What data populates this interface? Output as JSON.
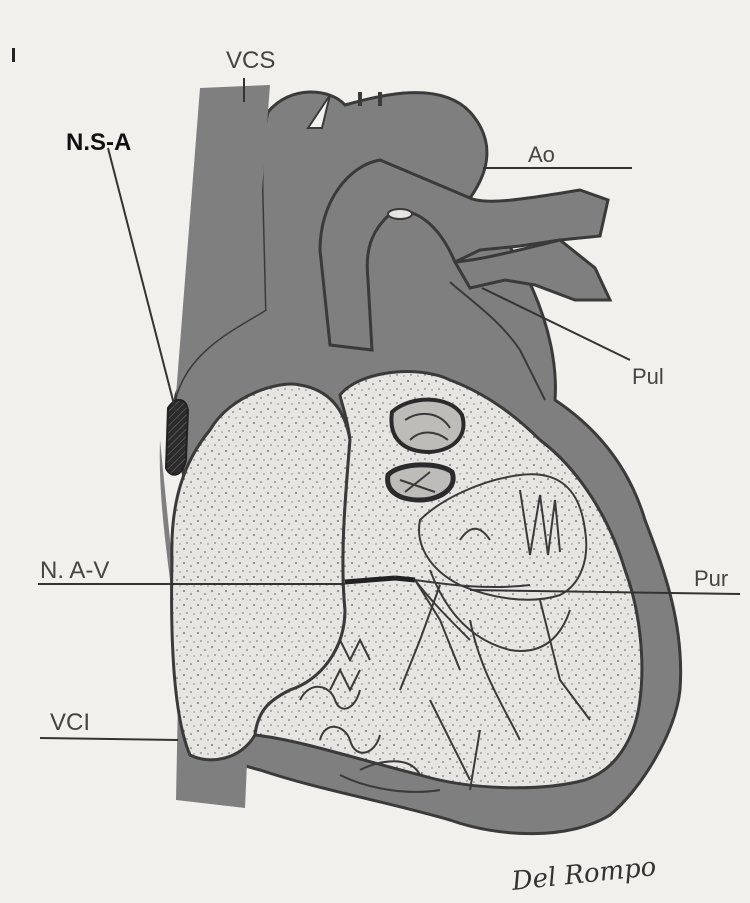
{
  "labels": {
    "vcs": "VCS",
    "nsa": "N.S-A",
    "ao": "Ao",
    "pul": "Pul",
    "nav": "N. A-V",
    "pur": "Pur",
    "vci": "VCI",
    "signature": "Del Rompo"
  },
  "colors": {
    "background": "#f1f0ec",
    "vessel_gray": "#7f7f7f",
    "chamber_light": "#e6e5e1",
    "outline": "#3a3a3a",
    "node_dark": "#2b2b2b"
  }
}
